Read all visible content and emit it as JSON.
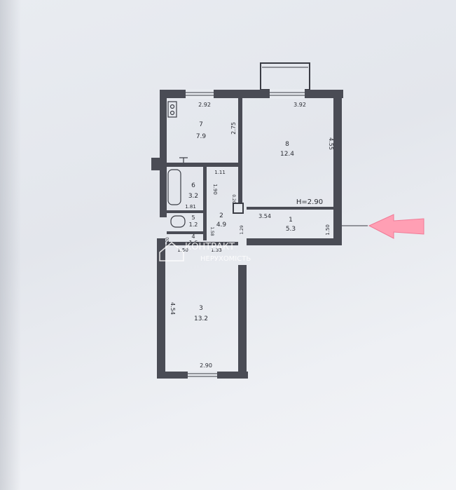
{
  "rooms": [
    {
      "id": "1",
      "area": "5.3"
    },
    {
      "id": "2",
      "area": "4.9"
    },
    {
      "id": "3",
      "area": "13.2"
    },
    {
      "id": "4",
      "area": "1.6"
    },
    {
      "id": "5",
      "area": "1.2"
    },
    {
      "id": "6",
      "area": "3.2"
    },
    {
      "id": "7",
      "area": "7.9"
    },
    {
      "id": "8",
      "area": "12.4"
    }
  ],
  "dimensions": {
    "top_left": "2.92",
    "top_right": "3.92",
    "kitchen_side": "2.75",
    "room8_side": "4.55",
    "bath_top": "1.11",
    "bath_side": "1.90",
    "bath_bottom": "1.81",
    "small_a": "0.20",
    "hall_width": "3.54",
    "hall_height": "1.50",
    "corridor_side": "1.29",
    "wc_side": "1.58",
    "small_b": "0.20",
    "left_bottom": "1.50",
    "mid_bottom": "1.33",
    "room3_side": "4.54",
    "room3_bottom": "2.90"
  },
  "ceiling_height": "H=2.90",
  "watermark": {
    "line1": "КОНТРАКТ",
    "line2": "НЕРУХОМІСТЬ"
  },
  "colors": {
    "wall": "#3a3c44",
    "arrow": "#ff8fa6"
  }
}
